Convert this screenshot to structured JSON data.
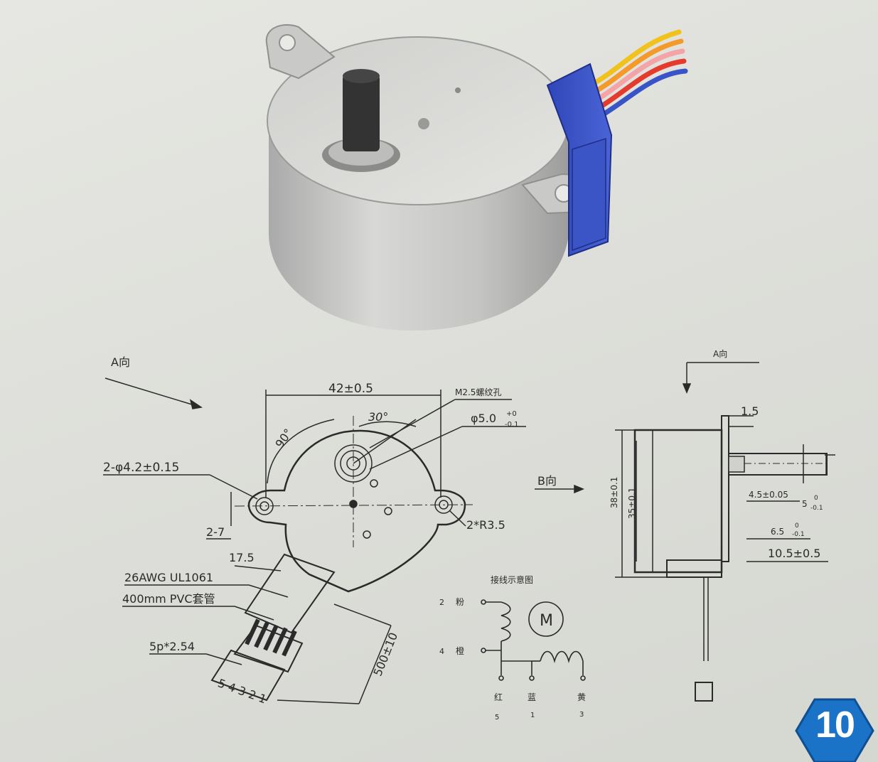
{
  "product_photo": {
    "subject": "stepper-motor"
  },
  "front_view": {
    "direction_label": "A向",
    "diameter_dim": "42±0.5",
    "thread_hole_note": "M2.5螺纹孔",
    "shaft_diameter": "φ5.0",
    "shaft_tol_upper": "+0",
    "shaft_tol_lower": "-0.1",
    "angle_30": "30°",
    "angle_90": "90°",
    "mount_holes": "2-φ4.2±0.15",
    "radius_note": "2*R3.5",
    "flange_dim": "2-7",
    "wire_width": "17.5",
    "wire_spec": "26AWG UL1061",
    "sleeve_spec": "400mm PVC套管",
    "connector_spec": "5p*2.54",
    "lead_length": "500±10",
    "pin_numbers": "5 4 3 2 1",
    "b_direction_label": "B向"
  },
  "side_view": {
    "direction_label": "A向",
    "flange_thickness": "1.5",
    "outer_height": "38±0.1",
    "inner_height": "35±0.1",
    "flat_dim": "4.5±0.05",
    "shaft_dia": "5",
    "shaft_dia_tol_upper": "0",
    "shaft_dia_tol_lower": "-0.1",
    "boss_len": "6.5",
    "boss_tol_upper": "0",
    "boss_tol_lower": "-0.1",
    "shaft_len": "10.5±0.5"
  },
  "wiring": {
    "title": "接线示意图",
    "motor_symbol": "M",
    "pin2_num": "2",
    "pin2_color": "粉",
    "pin4_num": "4",
    "pin4_color": "橙",
    "bottom_colors": [
      "红",
      "蓝",
      "黄"
    ],
    "bottom_nums": [
      "5",
      "1",
      "3"
    ]
  },
  "page_number": "10",
  "colors": {
    "badge": "#1a73c6",
    "line": "#2a2a2a",
    "paper": "#dfe0da"
  }
}
